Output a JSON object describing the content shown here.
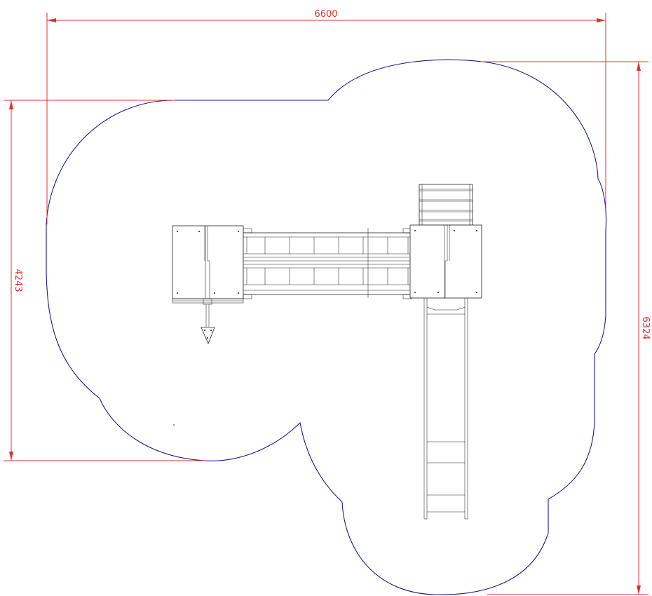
{
  "dimensions": {
    "overall_width": "6600",
    "right_height": "6324",
    "left_height": "4243"
  },
  "colors": {
    "dimension": "#e03030",
    "safety_zone": "#1a1a8c",
    "equipment": "#222222"
  }
}
